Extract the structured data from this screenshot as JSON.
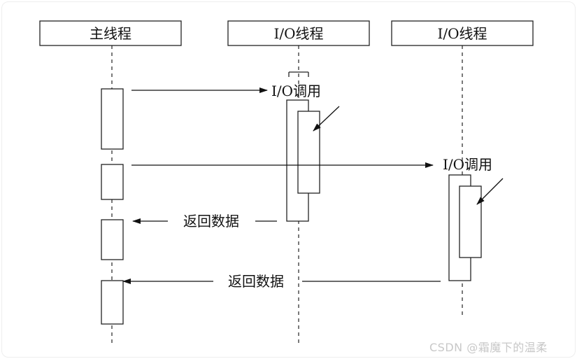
{
  "lanes": [
    {
      "label": "主线程"
    },
    {
      "label": "I/O线程"
    },
    {
      "label": "I/O线程"
    }
  ],
  "messages": {
    "call_1": "I/O调用",
    "call_2": "I/O调用",
    "return_1": "返回数据",
    "return_2": "返回数据"
  },
  "watermark": "CSDN @霜魔下的温柔"
}
